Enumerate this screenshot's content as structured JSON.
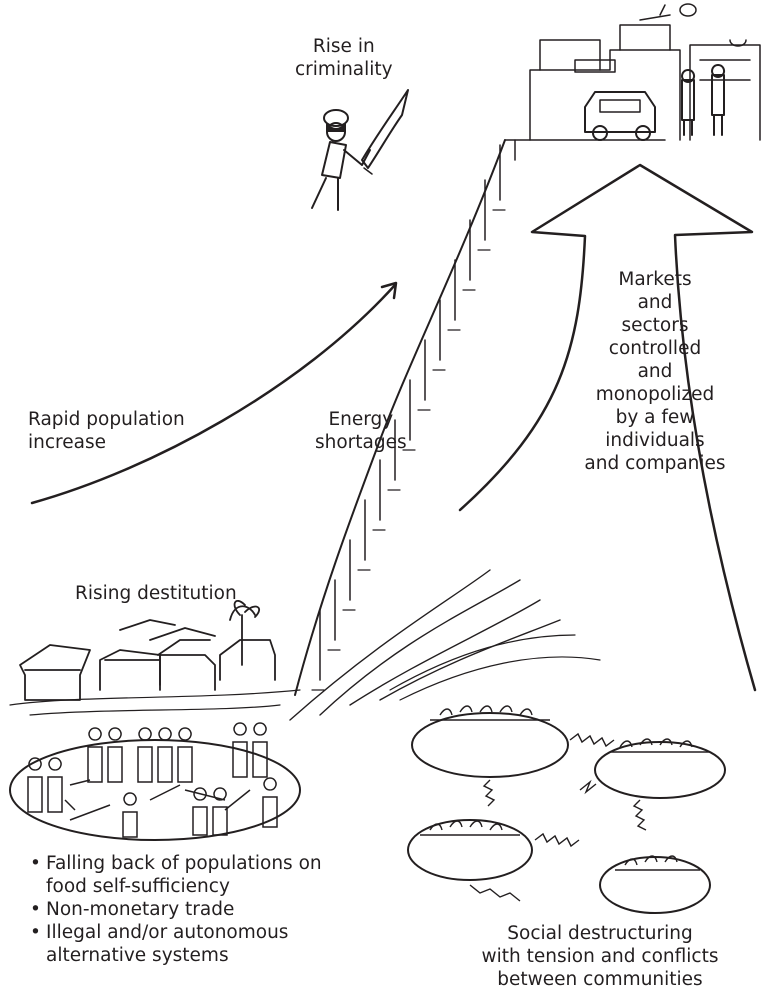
{
  "labels": {
    "crime": [
      "Rise in",
      "criminality"
    ],
    "population": [
      "Rapid population",
      "increase"
    ],
    "energy": [
      "Energy",
      "shortages"
    ],
    "markets": [
      "Markets",
      "and",
      "sectors",
      "controlled",
      "and",
      "monopolized",
      "by a few",
      "individuals",
      "and companies"
    ],
    "destitution": "Rising destitution",
    "social": [
      "Social destructuring",
      "with tension and conflicts",
      "between communities"
    ]
  },
  "bullets": [
    [
      "Falling back of populations on",
      "food self-sufficiency"
    ],
    [
      "Non-monetary trade"
    ],
    [
      "Illegal and/or autonomous",
      "alternative systems"
    ]
  ],
  "colors": {
    "ink": "#231f20",
    "paper": "#ffffff"
  }
}
